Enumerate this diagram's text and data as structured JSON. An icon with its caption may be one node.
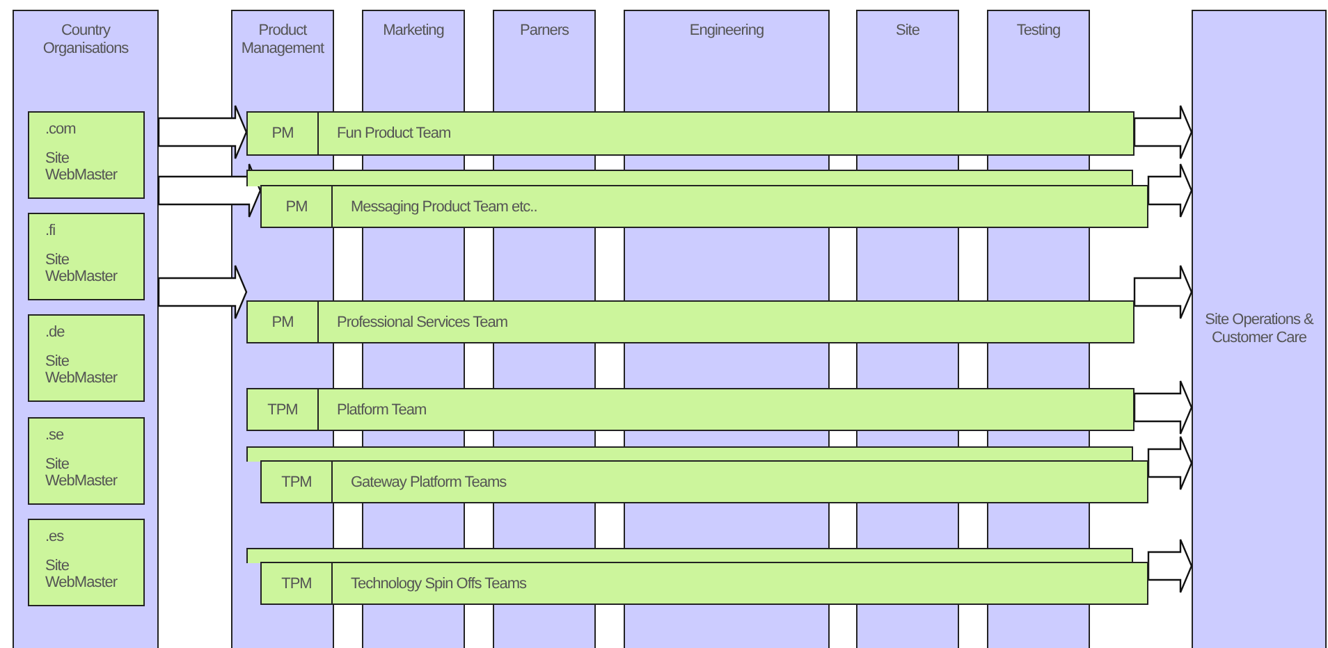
{
  "diagram": {
    "nodes": [
      {
        "text": [
          "Country Organisations"
        ]
      },
      {
        "text": [
          ".com",
          "Site WebMaster"
        ],
        "in": 0
      },
      {
        "text": [
          ".fi",
          "Site WebMaster"
        ],
        "in": 0
      },
      {
        "text": [
          ".de",
          "Site WebMaster"
        ],
        "in": 0
      },
      {
        "text": [
          ".se",
          "Site WebMaster"
        ],
        "in": 0
      },
      {
        "text": [
          ".es",
          "Site WebMaster"
        ],
        "in": 0
      },
      {
        "text": [
          "Product Management"
        ]
      },
      {
        "text": [
          "Marketing"
        ]
      },
      {
        "text": [
          "Parners"
        ]
      },
      {
        "text": [
          "Engineering"
        ]
      },
      {
        "text": [
          "Site"
        ]
      },
      {
        "text": [
          "Testing"
        ]
      },
      {
        "text": [
          "PM",
          "Fun Product Team"
        ]
      },
      {
        "text": [],
        "shape": "box"
      },
      {
        "text": [
          "PM",
          "Messaging Product Team etc.."
        ]
      },
      {
        "text": [
          "PM",
          "Professional Services Team"
        ]
      },
      {
        "text": [
          "TPM",
          "Platform Team"
        ]
      },
      {
        "text": [],
        "shape": "box"
      },
      {
        "text": [
          "TPM",
          "Gateway Platform Teams"
        ]
      },
      {
        "text": [],
        "shape": "box"
      },
      {
        "text": [
          "TPM",
          "Technology Spin Offs Teams"
        ]
      },
      {
        "text": [
          "Site Operations & Customer Care"
        ]
      }
    ],
    "edges": [
      {
        "from": 0,
        "to": 12,
        "arrow": "to"
      },
      {
        "from": 0,
        "to": 14,
        "arrow": "to"
      },
      {
        "from": 0,
        "to": 15,
        "arrow": "to"
      },
      {
        "from": 12,
        "to": 21,
        "arrow": "to"
      },
      {
        "from": 14,
        "to": 21,
        "arrow": "to"
      },
      {
        "from": 15,
        "to": 21,
        "arrow": "to"
      },
      {
        "from": 16,
        "to": 21,
        "arrow": "to"
      },
      {
        "from": 18,
        "to": 21,
        "arrow": "to"
      },
      {
        "from": 20,
        "to": 21,
        "arrow": "to"
      }
    ]
  }
}
